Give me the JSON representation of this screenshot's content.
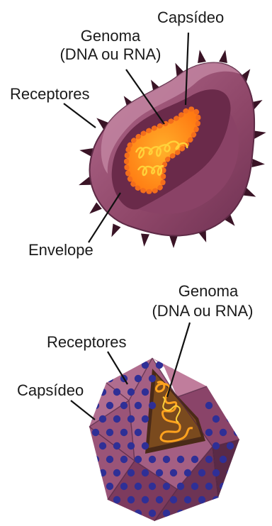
{
  "colors": {
    "envelope": "#9b4f74",
    "envelope_dark": "#6e3152",
    "envelope_light": "#c58aa6",
    "interior": "#6a2a4a",
    "spike": "#3a1426",
    "capsid_orange": "#f36d1c",
    "capsid_fill": "#ff9a1e",
    "genome": "#ffd23a",
    "icosa_face": "#a45f83",
    "icosa_dark": "#6d3455",
    "dot": "#2f2f96",
    "line": "#111111"
  },
  "virus_envelope": {
    "label_capsid": "Capsídeo",
    "label_genome_line1": "Genoma",
    "label_genome_line2": "(DNA ou RNA)",
    "label_receptors": "Receptores",
    "label_envelope": "Envelope"
  },
  "virus_icosahedral": {
    "label_genome_line1": "Genoma",
    "label_genome_line2": "(DNA ou RNA)",
    "label_receptors": "Receptores",
    "label_capsid": "Capsídeo"
  }
}
